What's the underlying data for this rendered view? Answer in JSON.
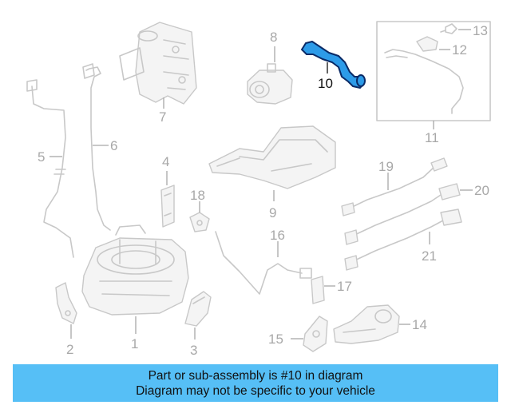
{
  "diagram": {
    "highlighted_part": "10",
    "callouts": [
      "1",
      "2",
      "3",
      "4",
      "5",
      "6",
      "7",
      "8",
      "9",
      "10",
      "11",
      "12",
      "13",
      "14",
      "15",
      "16",
      "17",
      "18",
      "19",
      "20",
      "21"
    ],
    "colors": {
      "highlight_fill": "#2d9be8",
      "highlight_outline": "#0a2a66",
      "line_art": "#c8c8c8",
      "banner": "#56bff6"
    }
  },
  "banner": {
    "line1": "Part or sub-assembly is #10 in diagram",
    "line2": "Diagram may not be specific to your vehicle"
  }
}
